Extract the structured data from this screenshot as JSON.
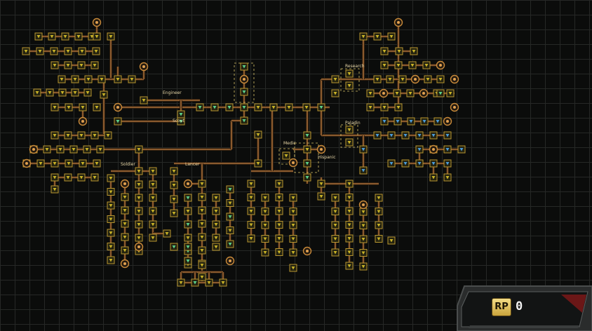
{
  "tree_labels": {
    "engineer": "Engineer",
    "scout": "Scout",
    "soldier": "Soldier",
    "lancer": "Lancer",
    "research": "Research",
    "paladin": "Paladin",
    "medic": "Medic",
    "hispanic": "Hispanic"
  },
  "research_points": {
    "label": "RP",
    "value": "0"
  },
  "colors": {
    "line": "#8a5a2e",
    "node_border": "#b8962f",
    "node_fill": "#232210",
    "icon_yellow": "#c8b227",
    "icon_green": "#5bd08a",
    "icon_blue": "#4a9ad8",
    "panel_dark": "#141616",
    "panel_accent": "#7a1a1a",
    "badge_gold": "#e6c45a"
  }
}
